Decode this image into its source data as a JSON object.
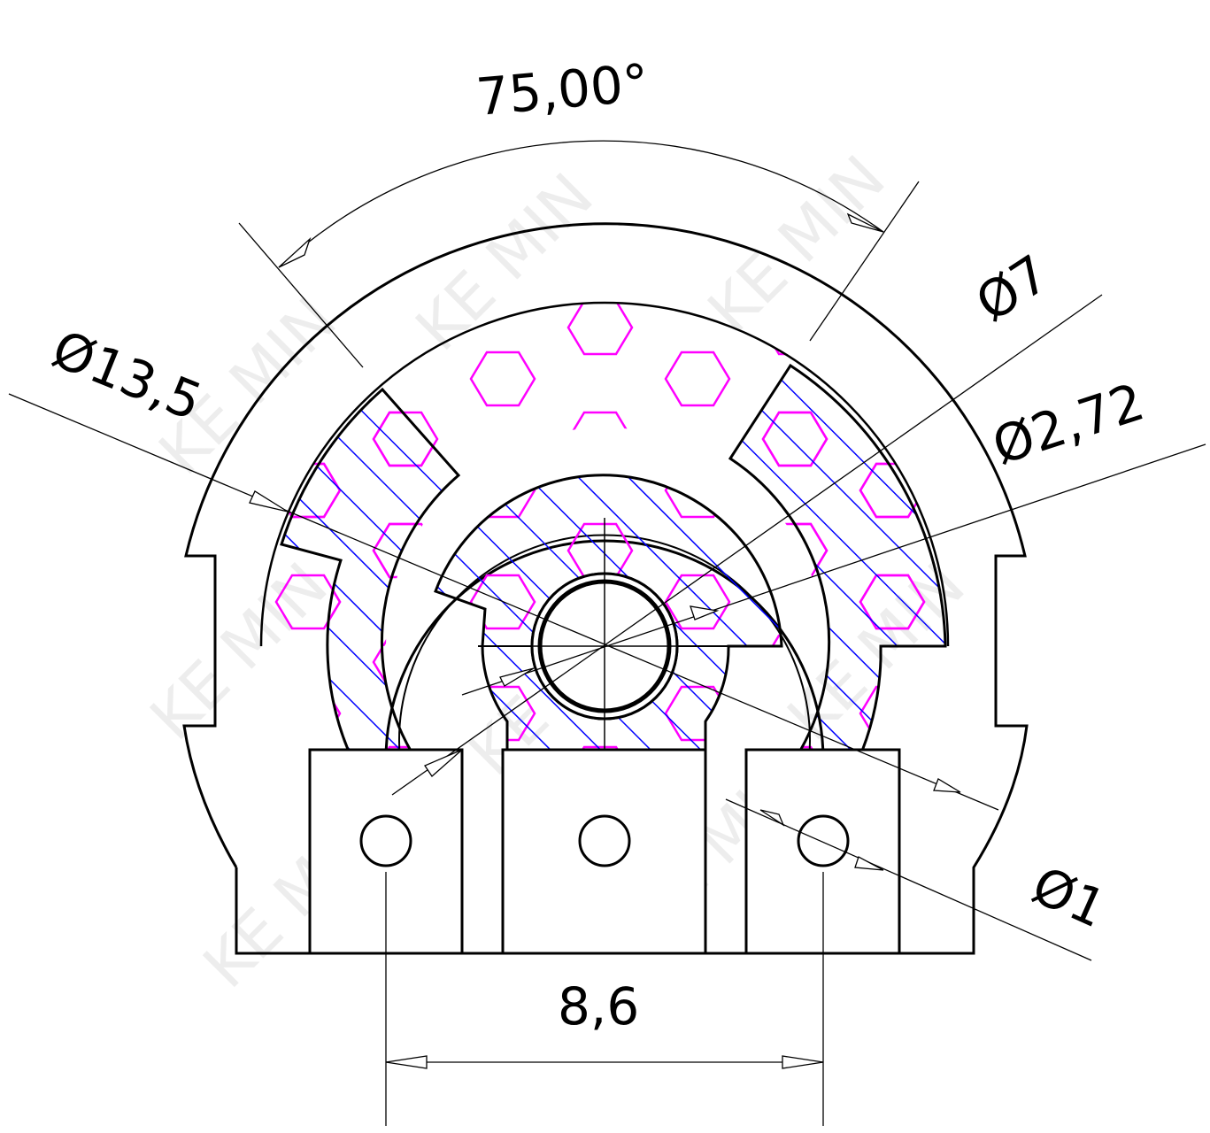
{
  "drawing": {
    "angle_dimension": "75,00°",
    "diameter_outer_ring": "Ø13,5",
    "diameter_ring": "Ø7",
    "diameter_shaft": "Ø2,72",
    "diameter_pin": "Ø1",
    "pin_spacing": "8,6",
    "watermark": "KE MIN"
  },
  "colors": {
    "outline": "#000000",
    "hatch": "#0000ff",
    "hex": "#ff00ff"
  }
}
